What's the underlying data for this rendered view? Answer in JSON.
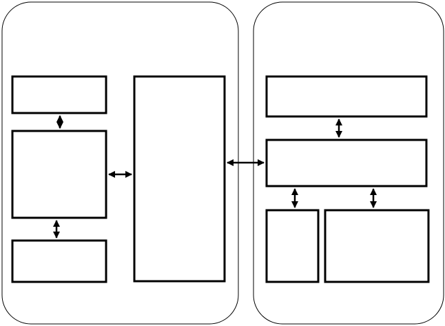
{
  "diagram": {
    "stroke_color": "#000000",
    "fill_color": "#ffffff",
    "panels": [
      {
        "id": "left-panel"
      },
      {
        "id": "right-panel"
      }
    ],
    "blocks": [
      {
        "id": "left-top-block",
        "label": ""
      },
      {
        "id": "left-middle-block",
        "label": ""
      },
      {
        "id": "left-bottom-block",
        "label": ""
      },
      {
        "id": "left-tall-block",
        "label": ""
      },
      {
        "id": "right-top-block",
        "label": ""
      },
      {
        "id": "right-middle-block",
        "label": ""
      },
      {
        "id": "right-bottom-left-block",
        "label": ""
      },
      {
        "id": "right-bottom-right-block",
        "label": ""
      }
    ],
    "connections": [
      {
        "from": "left-top-block",
        "to": "left-middle-block",
        "direction": "bidirectional"
      },
      {
        "from": "left-middle-block",
        "to": "left-bottom-block",
        "direction": "bidirectional"
      },
      {
        "from": "left-middle-block",
        "to": "left-tall-block",
        "direction": "bidirectional"
      },
      {
        "from": "left-tall-block",
        "to": "right-middle-block",
        "direction": "bidirectional"
      },
      {
        "from": "right-top-block",
        "to": "right-middle-block",
        "direction": "bidirectional"
      },
      {
        "from": "right-middle-block",
        "to": "right-bottom-left-block",
        "direction": "bidirectional"
      },
      {
        "from": "right-middle-block",
        "to": "right-bottom-right-block",
        "direction": "bidirectional"
      }
    ]
  }
}
